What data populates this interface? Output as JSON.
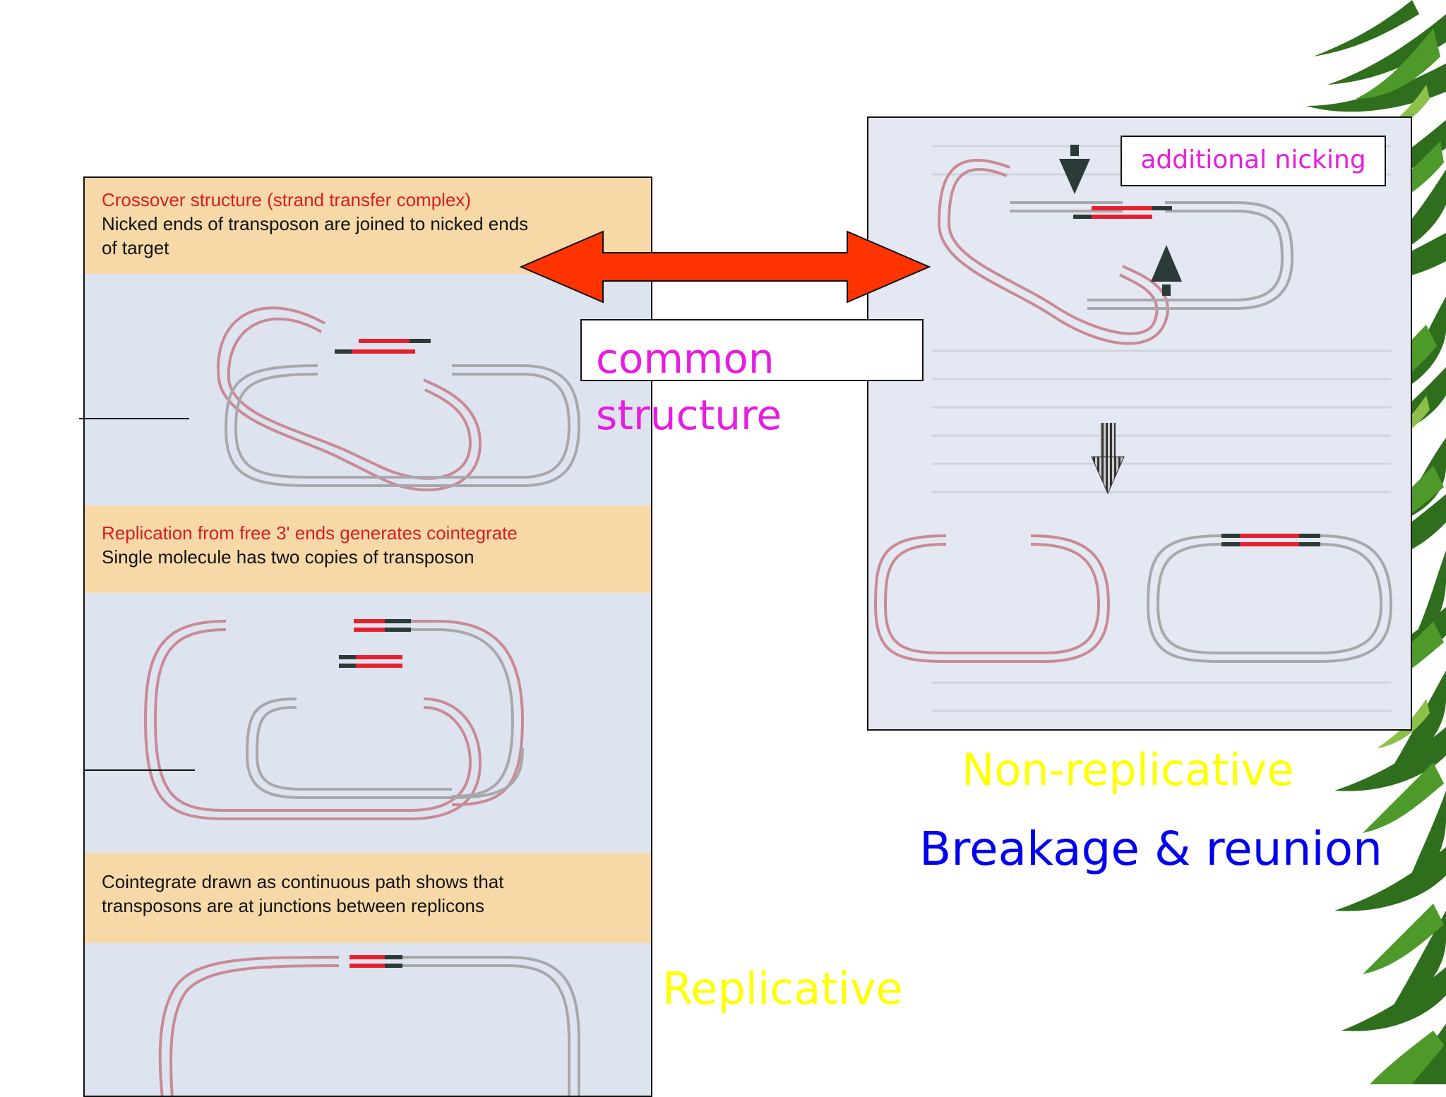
{
  "left_figure": {
    "step1_title": "Crossover structure (strand transfer complex)",
    "step1_text_line1": "Nicked ends of transposon are joined to nicked ends",
    "step1_text_line2": "of target",
    "step2_title": "Replication from free 3' ends generates cointegrate",
    "step2_text": "Single molecule has two copies of transposon",
    "step3_text_line1": "Cointegrate drawn as continuous path shows that",
    "step3_text_line2": "transposons are at junctions between replicons"
  },
  "callouts": {
    "additional_nicking": "additional nicking",
    "common_structure": "common structure"
  },
  "labels": {
    "non_replicative": "Non-replicative",
    "breakage_reunion": "Breakage & reunion",
    "replicative": "Replicative"
  },
  "colors": {
    "magenta": "#e81ce0",
    "yellow": "#ffff00",
    "blue": "#0000ee",
    "arrow_red": "#ff3300",
    "transposon_red": "#e8202e",
    "strand_pink": "#c98a94",
    "strand_gray": "#a8a8ac"
  }
}
